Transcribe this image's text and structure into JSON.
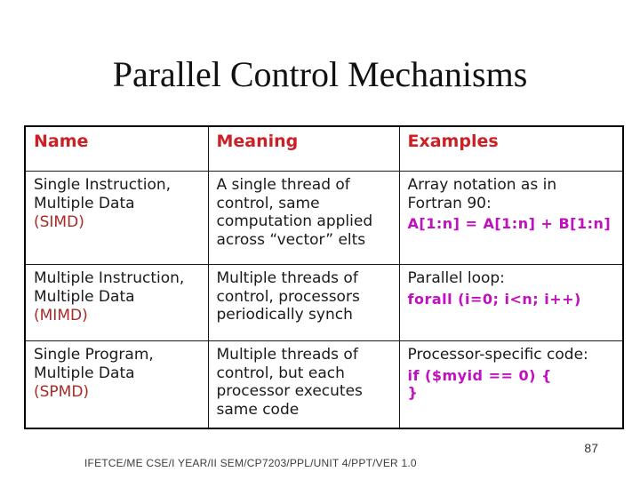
{
  "slide": {
    "title": "Parallel Control Mechanisms",
    "page_number": "87",
    "footer": "IFETCE/ME CSE/I YEAR/II SEM/CP7203/PPL/UNIT 4/PPT/VER 1.0"
  },
  "table": {
    "headers": [
      "Name",
      "Meaning",
      "Examples"
    ],
    "rows": [
      {
        "name": "Single Instruction,\nMultiple Data",
        "acronym": "(SIMD)",
        "meaning": "A single thread of\ncontrol, same\ncomputation applied\nacross “vector” elts",
        "example_label": "Array notation as in\nFortran 90:",
        "example_code": "A[1:n] = A[1:n] + B[1:n]"
      },
      {
        "name": "Multiple Instruction,\nMultiple Data",
        "acronym": "(MIMD)",
        "meaning": "Multiple threads of\ncontrol, processors\nperiodically synch",
        "example_label": "Parallel loop:",
        "example_code": "forall (i=0; i<n; i++)"
      },
      {
        "name": "Single Program,\nMultiple Data",
        "acronym": "(SPMD)",
        "meaning": "Multiple threads of\ncontrol, but each\nprocessor executes\nsame code",
        "example_label": "Processor-specific code:",
        "example_code": "if ($myid == 0) {\n}"
      }
    ]
  },
  "colors": {
    "header_red": "#cb2026",
    "acronym_red": "#aa2a26",
    "code_magenta": "#c010c0",
    "title_black": "#111111",
    "body_black": "#1a1a1a",
    "footer_gray": "#3d3d3d"
  }
}
